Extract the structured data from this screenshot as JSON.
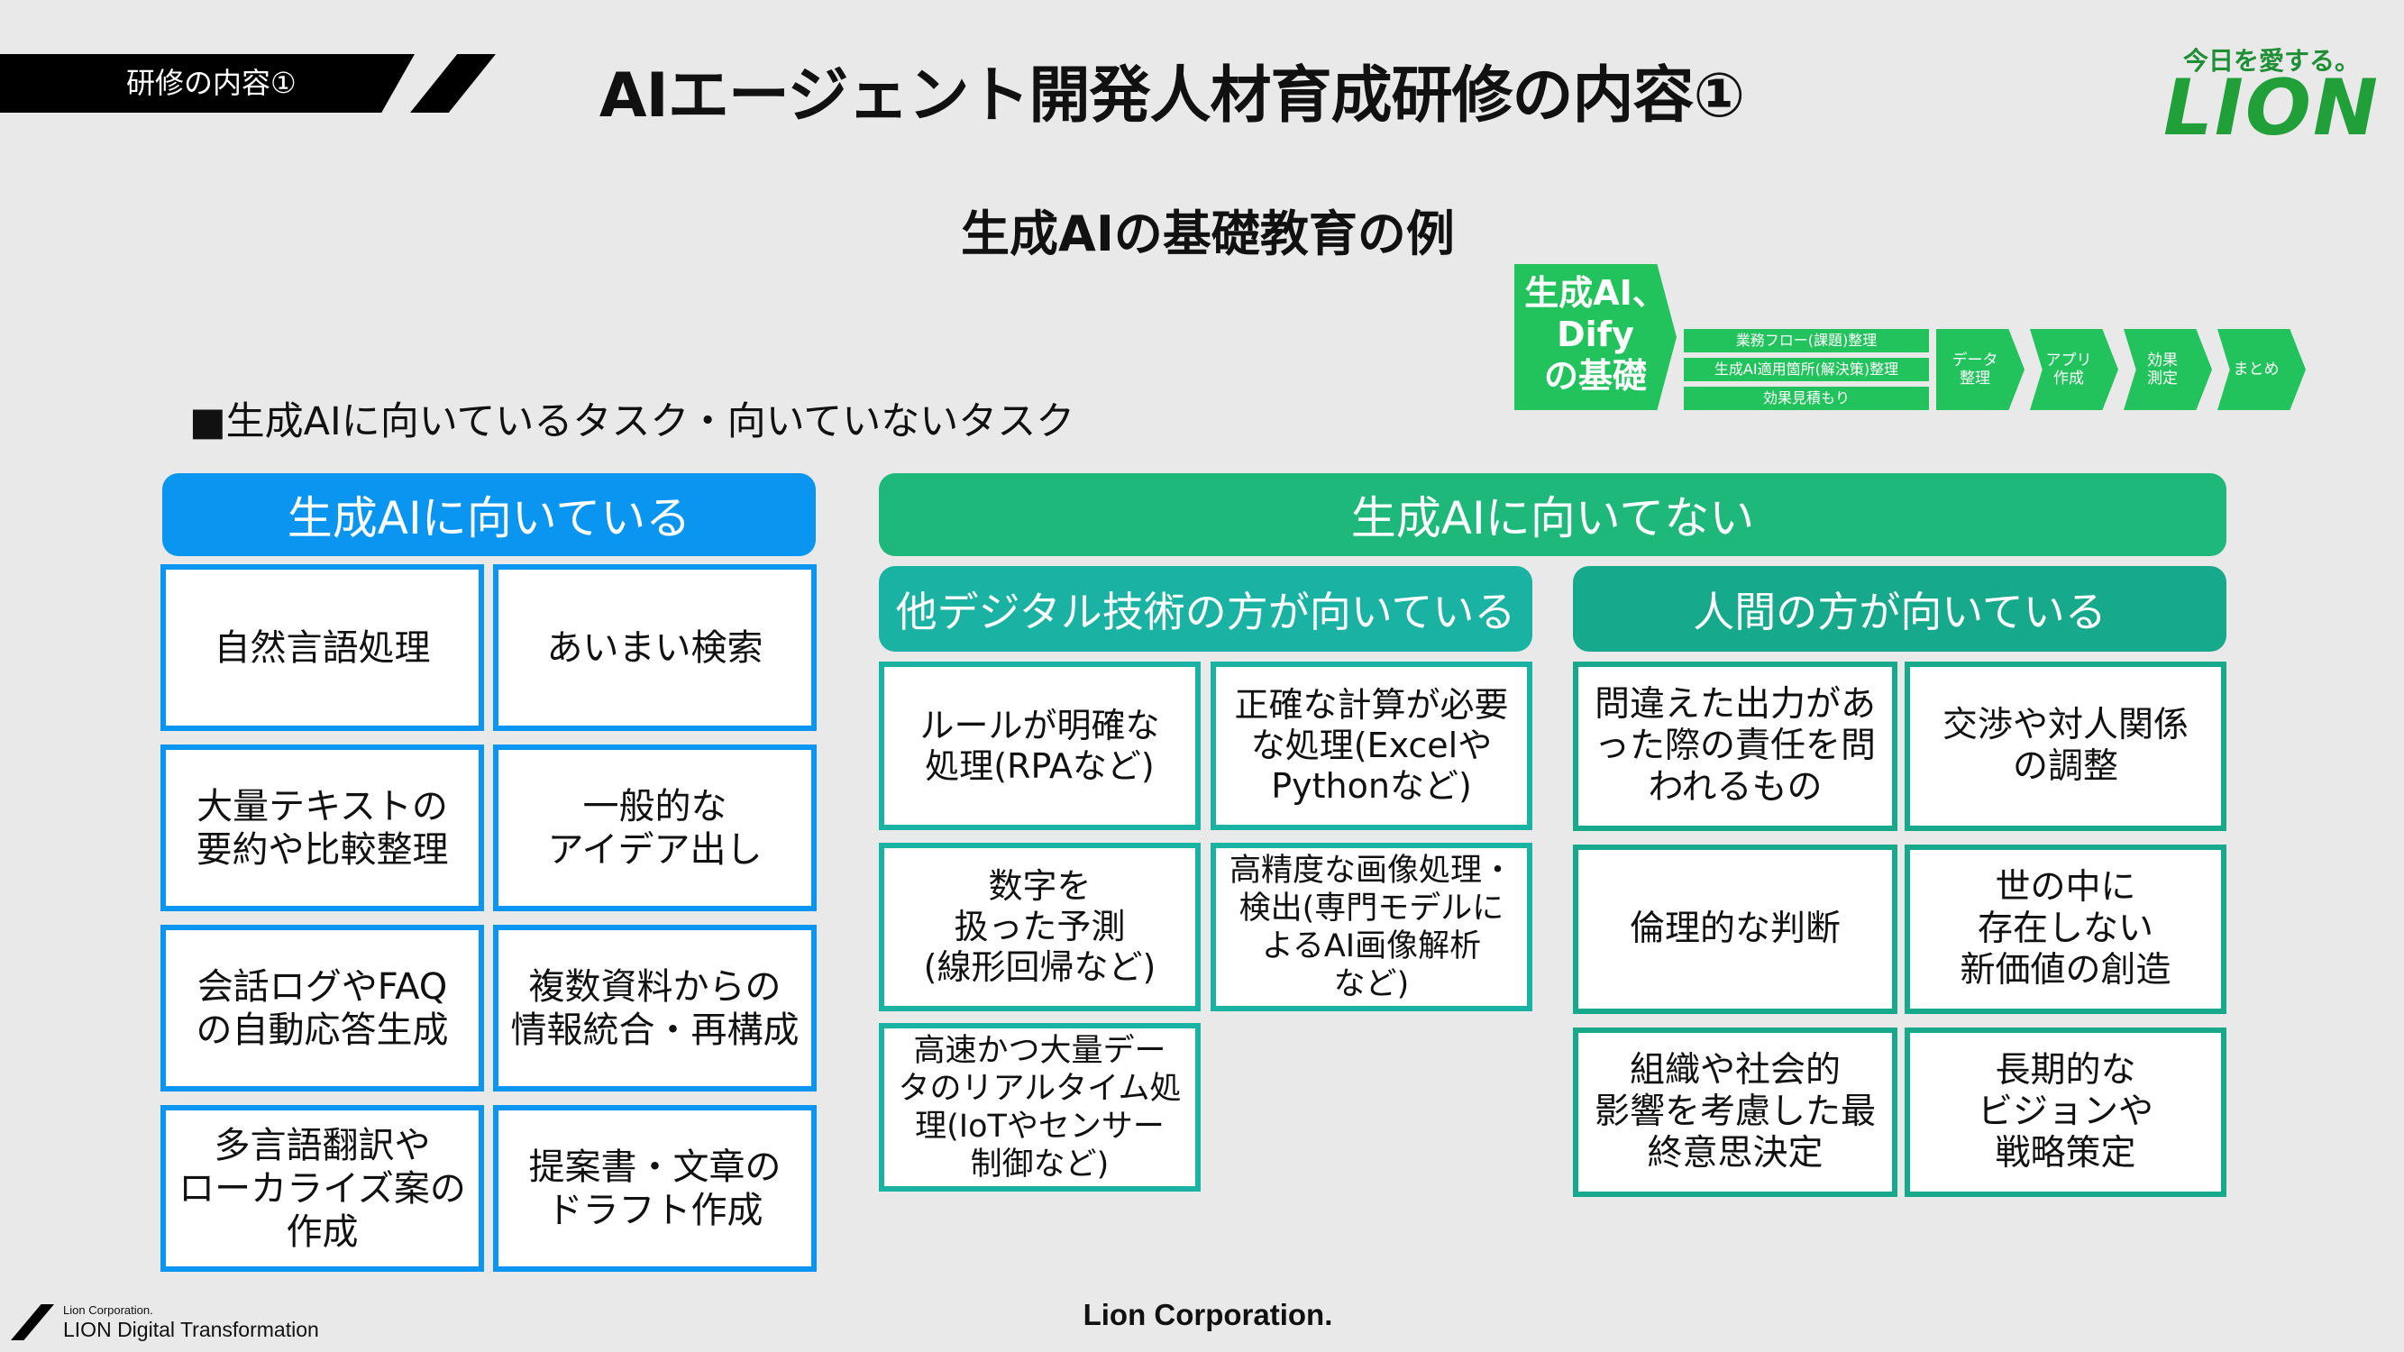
{
  "header": {
    "section_label": "研修の内容①",
    "title": "AIエージェント開発人材育成研修の内容①",
    "logo_tagline": "今日を愛する。",
    "logo": "LION"
  },
  "subtitle": "生成AIの基礎教育の例",
  "flow": {
    "basics": "生成AI、\nDify\nの基礎",
    "subitems": [
      "業務フロー(課題)整理",
      "生成AI適用箇所(解決策)整理",
      "効果見積もり"
    ],
    "steps": [
      "データ\n整理",
      "アプリ\n作成",
      "効果\n測定",
      "まとめ"
    ]
  },
  "task_label": "■生成AIに向いているタスク・向いていないタスク",
  "suited": {
    "header": "生成AIに向いている",
    "items": [
      "自然言語処理",
      "あいまい検索",
      "大量テキストの\n要約や比較整理",
      "一般的な\nアイデア出し",
      "会話ログやFAQ\nの自動応答生成",
      "複数資料からの\n情報統合・再構成",
      "多言語翻訳や\nローカライズ案の\n作成",
      "提案書・文章の\nドラフト作成"
    ]
  },
  "not_suited": {
    "header": "生成AIに向いてない",
    "digital": {
      "header": "他デジタル技術の方が向いている",
      "items": [
        "ルールが明確な\n処理(RPAなど)",
        "正確な計算が必要\nな処理(Excelや\nPythonなど)",
        "数字を\n扱った予測\n(線形回帰など)",
        "高精度な画像処理・\n検出(専門モデルに\nよるAI画像解析\nなど)",
        "高速かつ大量デー\nタのリアルタイム処\n理(IoTやセンサー\n制御など)"
      ]
    },
    "human": {
      "header": "人間の方が向いている",
      "items": [
        "問違えた出力があ\nった際の責任を問\nわれるもの",
        "交渉や対人関係\nの調整",
        "倫理的な判断",
        "世の中に\n存在しない\n新価値の創造",
        "組織や社会的\n影響を考慮した最\n終意思決定",
        "長期的な\nビジョンや\n戦略策定"
      ]
    }
  },
  "footer": {
    "company_small": "Lion Corporation.",
    "department": "LION Digital Transformation",
    "company": "Lion Corporation."
  },
  "colors": {
    "blue": "#0a96f0",
    "green": "#1eb87a",
    "teal": "#1ab3a3",
    "flow_green": "#22c25c",
    "logo_green": "#21a03a"
  }
}
